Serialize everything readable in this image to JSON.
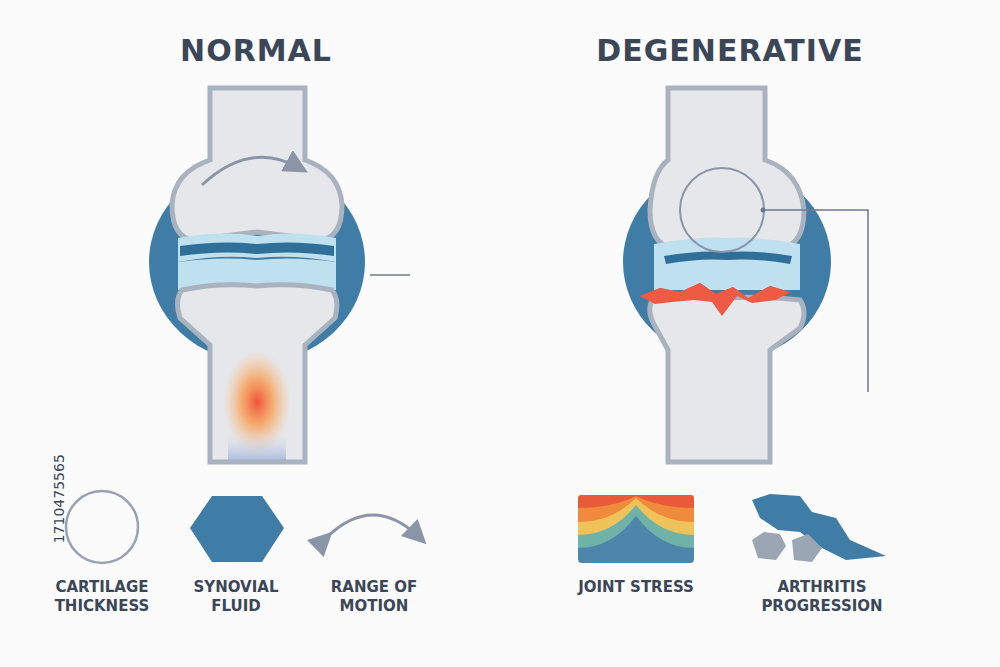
{
  "diagram": {
    "labels": [
      "NORMAL",
      "DEGENERATIVE",
      "CARTILAGE THICKNESS",
      "SYNOVIAL FLUID",
      "RANGE OF MOTION",
      "JOINT STRESS",
      "ARTHRITIS PROGRESSION",
      "1710475565"
    ]
  }
}
